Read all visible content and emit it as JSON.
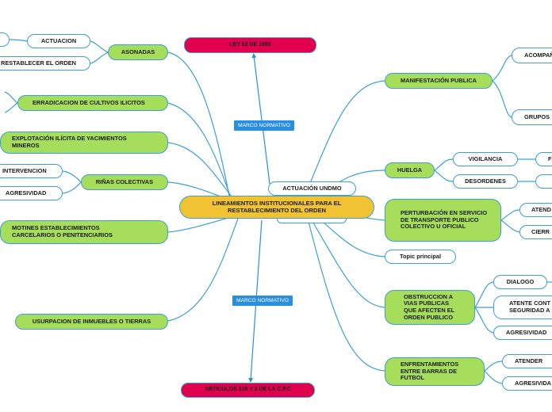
{
  "central": "LINEAMIENTOS INSTITUCIONALES PARA EL RESTABLECIMIENTO DEL ORDEN",
  "actuacion_undmo": "ACTUACIÓN UNDMO",
  "top_law": "LEY 62 DE 1993",
  "bottom_law": "ARTICULOS 218 Y 2 DE LA C.P.C",
  "marco_top": "MARCO NORMATIVO",
  "marco_bottom": "MARCO NORMATIVO",
  "left": {
    "asonadas": "ASONADAS",
    "actuacion": "ACTUACION",
    "restablecer": "RESTABLECER EL ORDEN",
    "erradicacion": "ERRADICACION DE CULTIVOS ILICITOS",
    "explotacion": "EXPLOTACIÓN ILÍCITA DE YACIMIENTOS MINEROS",
    "rinas": "RIÑAS COLECTIVAS",
    "intervencion": "INTERVENCION",
    "agresividad": "AGRESIVIDAD",
    "motines": "MOTINES ESTABLECIMIENTOS CARCELARIOS O PENITENCIARIOS",
    "usurpacion": "USURPACION DE INMUEBLES O TIERRAS"
  },
  "right": {
    "manifestacion": "MANIFESTACIÓN PUBLICA",
    "acompan": "ACOMPAÑ",
    "grupos": "GRUPOS",
    "huelga": "HUELGA",
    "vigilancia": "VIGILANCIA",
    "desordenes": "DESORDENES",
    "f": "F",
    "perturbacion": "PERTURBACIÓN EN SERVICIO DE TRANSPORTE PUBLICO COLECTIVO U OFICIAL",
    "atend": "ATEND",
    "cierr": "CIERR",
    "topic": "Topic principal",
    "obstruccion": "OBSTRUCCION A VIAS PUBLICAS QUE AFECTEN EL ORDEN PUBLICO",
    "dialogo": "DIALOGO",
    "atente_l1": "ATENTE CONT",
    "atente_l2": "SEGURIDAD A",
    "agresividad_r": "AGRESIVIDAD",
    "enfrentamientos": "ENFRENTAMIENTOS ENTRE BARRAS DE FUTBOL",
    "atender": "ATENDER",
    "agresivida": "AGRESIVIDA"
  },
  "colors": {
    "green": "#a6dd5a",
    "center": "#f1c232",
    "law": "#e0004d",
    "marco": "#2a8ee0",
    "edge": "#3e9fd0"
  }
}
